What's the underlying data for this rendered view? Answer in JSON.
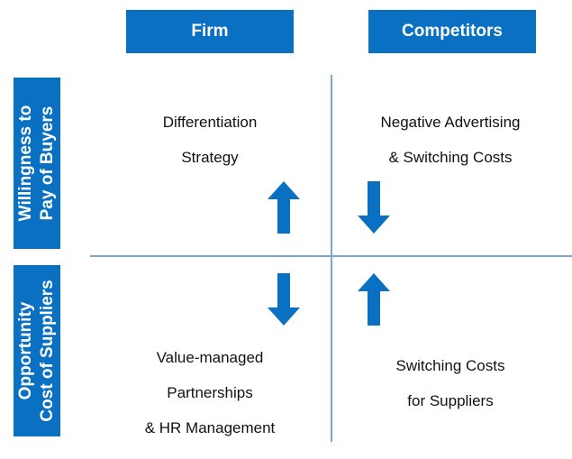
{
  "headers": {
    "firm": "Firm",
    "competitors": "Competitors"
  },
  "side_labels": {
    "top": [
      "Willingness to",
      "Pay of Buyers"
    ],
    "bottom": [
      "Opportunity",
      "Cost of Suppliers"
    ]
  },
  "quadrants": {
    "top_left": {
      "lines": [
        "Differentiation",
        "Strategy"
      ],
      "arrow": "up"
    },
    "top_right": {
      "lines": [
        "Negative Advertising",
        "& Switching Costs"
      ],
      "arrow": "down"
    },
    "bottom_left": {
      "lines": [
        "Value-managed",
        "Partnerships",
        "& HR Management"
      ],
      "arrow": "down"
    },
    "bottom_right": {
      "lines": [
        "Switching Costs",
        "for Suppliers"
      ],
      "arrow": "up"
    }
  },
  "colors": {
    "accent": "#0a70c2",
    "axis": "#7aa8cf",
    "text": "#111111"
  }
}
